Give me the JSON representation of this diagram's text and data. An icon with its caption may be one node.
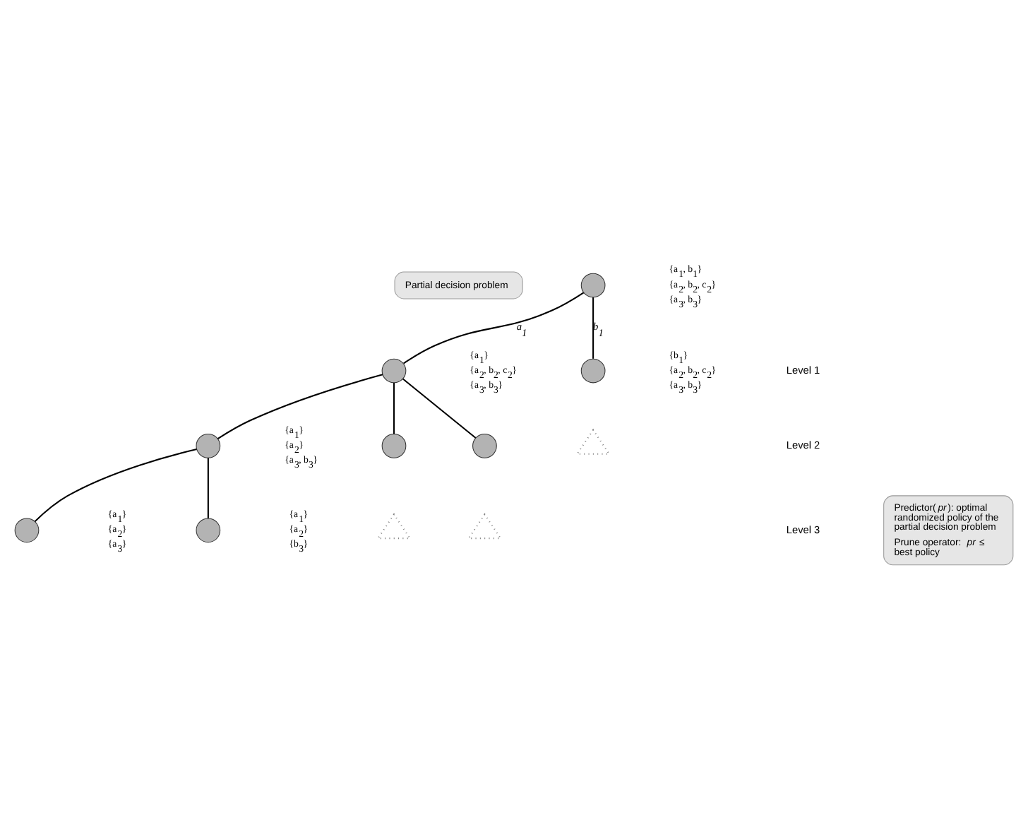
{
  "diagram": {
    "nodes": [
      {
        "text": [
          "Partial decision problem"
        ]
      },
      {
        "text": [],
        "shape": "circle",
        "beside": [
          "{a$_{1}$, b$_{1}$}",
          "{a$_{2}$, b$_{2}$, c$_{2}$}",
          "{a$_{3}$, b$_{3}$}"
        ]
      },
      {
        "text": [],
        "shape": "circle",
        "beside": [
          "{a$_{1}$}",
          "{a$_{2}$, b$_{2}$, c$_{2}$}",
          "{a$_{3}$, b$_{3}$}"
        ]
      },
      {
        "text": [],
        "shape": "circle",
        "beside": [
          "{b$_{1}$}",
          "{a$_{2}$, b$_{2}$, c$_{2}$}",
          "{a$_{3}$, b$_{3}$}"
        ]
      },
      {
        "text": [],
        "shape": "triangle"
      },
      {
        "text": [],
        "shape": "circle",
        "beside": [
          "{a$_{1}$}",
          "{a$_{2}$}",
          "{a$_{3}$, b$_{3}$}"
        ]
      },
      {
        "text": [],
        "shape": "circle"
      },
      {
        "text": [],
        "shape": "triangle"
      },
      {
        "text": [],
        "shape": "circle"
      },
      {
        "text": [],
        "shape": "triangle"
      },
      {
        "text": [],
        "shape": "circle",
        "beside": [
          "{a$_{1}$}",
          "{a$_{2}$}",
          "{a$_{3}$}"
        ]
      },
      {
        "text": [],
        "shape": "circle",
        "beside": [
          "{a$_{1}$}",
          "{a$_{2}$}",
          "{b$_{3}$}"
        ]
      },
      {
        "text": [
          "Predictor(*pr*): optimal randomized policy of the partial decision problem",
          "Prune operator: *pr* ≤ best policy"
        ]
      }
    ],
    "edges": [
      {
        "from": 1,
        "to": 2,
        "arrow": "none",
        "label": "a$_{1}$"
      },
      {
        "from": 1,
        "to": 3,
        "arrow": "none",
        "label": "b$_{1}$"
      },
      {
        "from": 2,
        "to": 5,
        "arrow": "none"
      },
      {
        "from": 2,
        "to": 6,
        "arrow": "none"
      },
      {
        "from": 2,
        "to": 8,
        "arrow": "none"
      },
      {
        "from": 5,
        "to": 10,
        "arrow": "none"
      },
      {
        "from": 5,
        "to": 11,
        "arrow": "none"
      }
    ],
    "labels": [
      "Level 1",
      "Level 2",
      "Level 3"
    ]
  }
}
